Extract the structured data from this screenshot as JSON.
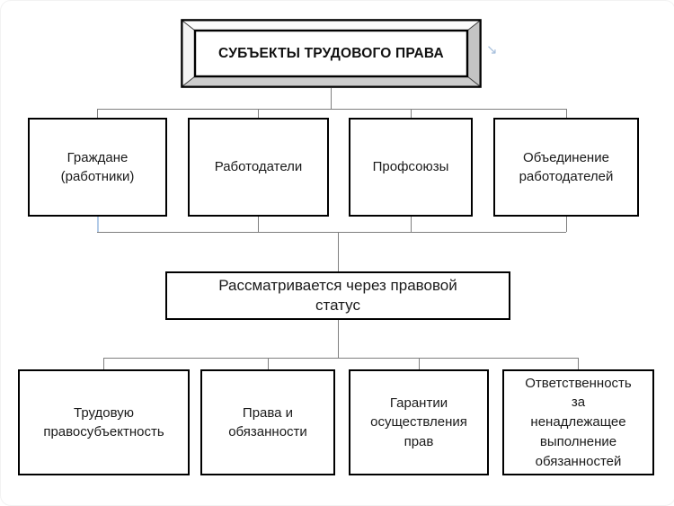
{
  "title_box": {
    "label": "СУБЪЕКТЫ ТРУДОВОГО ПРАВА"
  },
  "decoration": {
    "arrow_glyph": "↘"
  },
  "level1": [
    {
      "id": "citizens",
      "label": "Граждане\n(работники)"
    },
    {
      "id": "employers",
      "label": "Работодатели"
    },
    {
      "id": "unions",
      "label": "Профсоюзы"
    },
    {
      "id": "employer-associations",
      "label": "Объединение\nработодателей"
    }
  ],
  "level2": {
    "label": "Рассматривается через правовой\nстатус"
  },
  "level3": [
    {
      "id": "legal-capacity",
      "label": "Трудовую\nправосубъектность"
    },
    {
      "id": "rights-duties",
      "label": "Права и\nобязанности"
    },
    {
      "id": "guarantees",
      "label": "Гарантии\nосуществления\nправ"
    },
    {
      "id": "responsibility",
      "label": "Ответственность\nза\nненадлежащее\nвыполнение\nобязанностей"
    }
  ],
  "colors": {
    "box_border": "#000000",
    "box_fill": "#ffffff",
    "connector": "#7f7f7f",
    "highlighted_connector": "#b3cbe8",
    "bevel_light": "#f6f6f6",
    "bevel_shadow": "#c9c9c9"
  }
}
